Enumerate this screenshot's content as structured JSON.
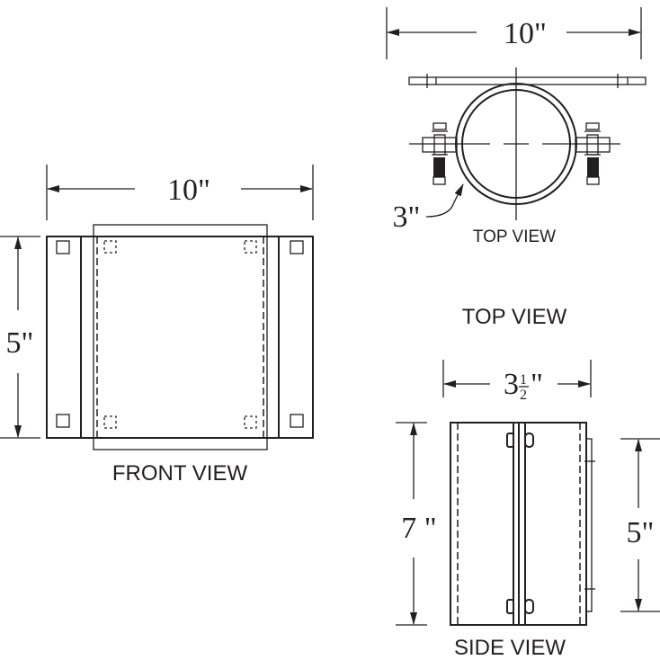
{
  "front_view": {
    "label": "FRONT VIEW",
    "width_dim": "10\"",
    "height_dim": "5\""
  },
  "top_view": {
    "label": "TOP VIEW",
    "small_label": "TOP VIEW",
    "width_dim": "10\"",
    "diameter_dim": "3\""
  },
  "side_view": {
    "label": "SIDE VIEW",
    "width_dim_whole": "3",
    "width_dim_num": "1",
    "width_dim_den": "2",
    "width_dim_mark": "\"",
    "height_dim": "7 \"",
    "flange_dim": "5\""
  }
}
